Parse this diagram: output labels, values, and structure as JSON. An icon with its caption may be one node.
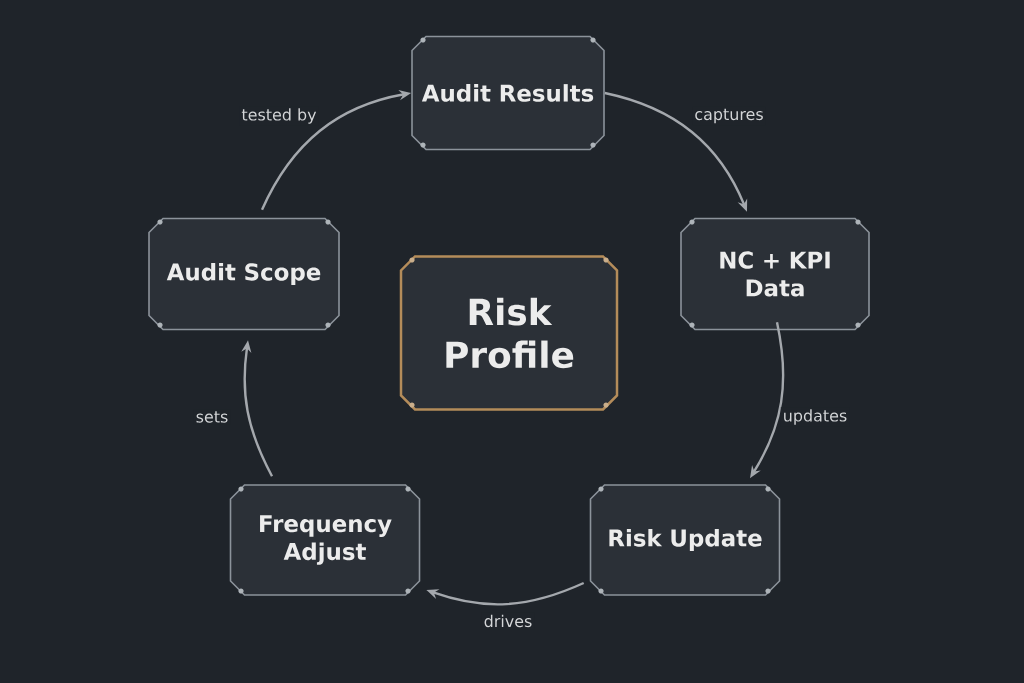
{
  "diagram": {
    "nodes": [
      {
        "text": [
          "Audit Results"
        ]
      },
      {
        "text": [
          "NC + KPI Data"
        ]
      },
      {
        "text": [
          "Risk Update"
        ]
      },
      {
        "text": [
          "Frequency Adjust"
        ]
      },
      {
        "text": [
          "Audit Scope"
        ]
      },
      {
        "text": [
          "Risk Profile"
        ]
      }
    ],
    "edges": [
      {
        "from": 4,
        "to": 0,
        "arrow": "to",
        "label": "tested by"
      },
      {
        "from": 0,
        "to": 1,
        "arrow": "to",
        "label": "captures"
      },
      {
        "from": 1,
        "to": 2,
        "arrow": "to",
        "label": "updates"
      },
      {
        "from": 2,
        "to": 3,
        "arrow": "to",
        "label": "drives"
      },
      {
        "from": 3,
        "to": 4,
        "arrow": "to",
        "label": "sets"
      }
    ]
  }
}
